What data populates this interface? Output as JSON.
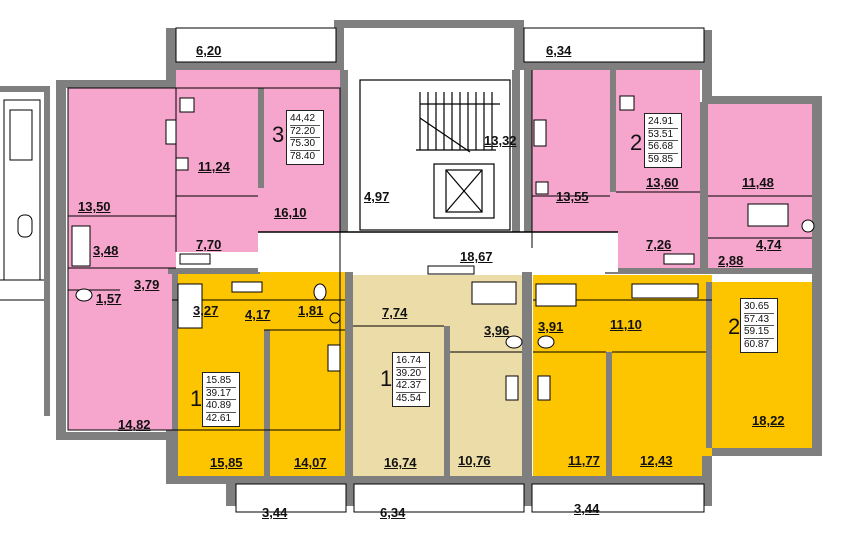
{
  "colors": {
    "pink": "#f6a6cc",
    "yellow": "#fdc400",
    "beige": "#ecdca8",
    "wall": "#7f7f7f",
    "outline": "#000000"
  },
  "apartments": [
    {
      "rooms": "3",
      "areas": [
        "44,42",
        "72.20",
        "75.30",
        "78.40"
      ]
    },
    {
      "rooms": "2",
      "areas": [
        "24.91",
        "53.51",
        "56.68",
        "59.85"
      ]
    },
    {
      "rooms": "1",
      "areas": [
        "15.85",
        "39.17",
        "40.89",
        "42.61"
      ]
    },
    {
      "rooms": "1",
      "areas": [
        "16.74",
        "39.20",
        "42.37",
        "45.54"
      ]
    },
    {
      "rooms": "2",
      "areas": [
        "30.65",
        "57.43",
        "59.15",
        "60.87"
      ]
    }
  ],
  "room_labels": {
    "balcony_top_left": "6,20",
    "balcony_top_right": "6,34",
    "bath_top_left": "11,24",
    "stair": "13,32",
    "liv_left": "13,50",
    "liv_right_a": "13,55",
    "liv_right_b": "13,60",
    "rm_far_right": "11,48",
    "lift_area": "4,97",
    "kitchen_left": "16,10",
    "wc_left": "3,48",
    "hall_left": "7,70",
    "hall_right": "7,26",
    "wc_right": "4,74",
    "bal_right": "2,88",
    "corridor": "18,67",
    "hall_left2": "3,79",
    "wc_left2": "1,57",
    "bath_y1": "3,27",
    "hall_y1": "4,17",
    "wc_y1": "1,81",
    "hall_b": "7,74",
    "bath_b": "3,96",
    "bath_y2": "3,91",
    "hall_y2": "11,10",
    "liv_y2": "18,22",
    "room_left_bottom": "14,82",
    "liv_y1": "15,85",
    "kit_y1": "14,07",
    "liv_b": "16,74",
    "kit_b": "10,76",
    "kit_y2": "11,77",
    "rm_y2": "12,43",
    "bal_bottom_left": "3,44",
    "bal_bottom_mid": "6,34",
    "bal_bottom_right": "3,44"
  }
}
